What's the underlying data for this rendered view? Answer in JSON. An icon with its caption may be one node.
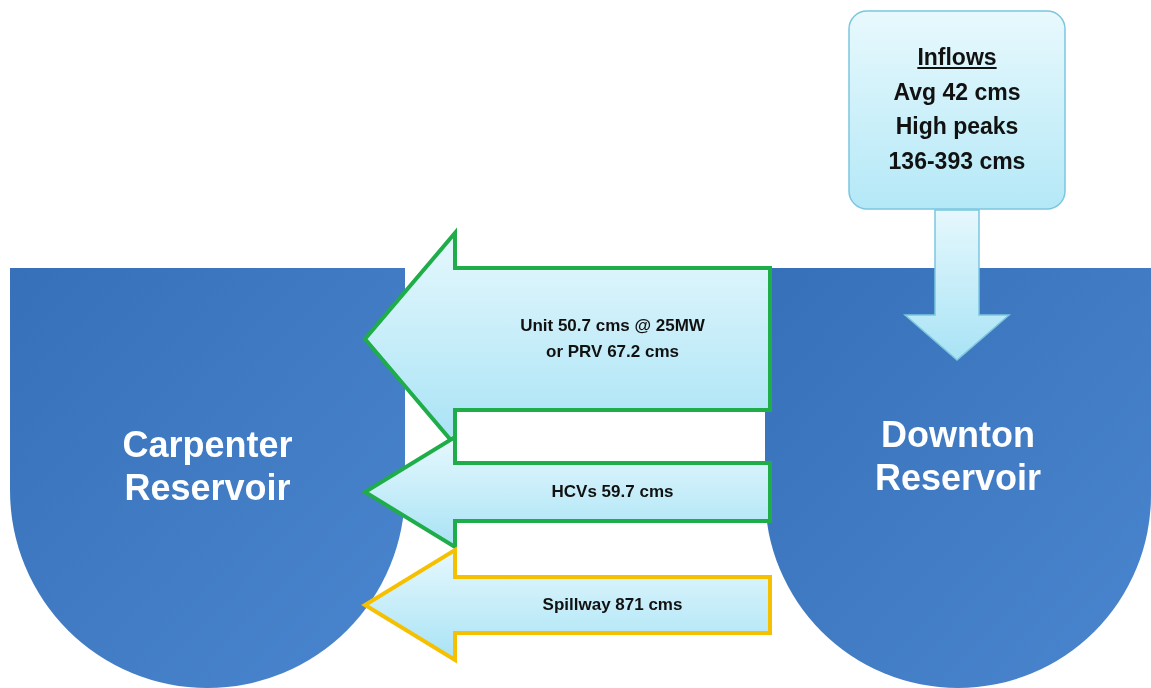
{
  "diagram": {
    "nodes": [
      {
        "text": [
          "Carpenter Reservoir"
        ]
      },
      {
        "text": [
          "Downton Reservoir"
        ]
      },
      {
        "text": [
          "Inflows",
          "Avg 42 cms",
          "High peaks 136-393 cms"
        ]
      }
    ],
    "edges": [
      {
        "from": 2,
        "to": 1,
        "arrow": "to"
      },
      {
        "from": 1,
        "to": 0,
        "arrow": "to",
        "label": "Unit 50.7 cms @ 25MW or PRV 67.2 cms"
      },
      {
        "from": 1,
        "to": 0,
        "arrow": "to",
        "label": "HCVs 59.7 cms"
      },
      {
        "from": 1,
        "to": 0,
        "arrow": "to",
        "label": "Spillway 871 cms",
        "color": "#f5c000"
      }
    ]
  }
}
